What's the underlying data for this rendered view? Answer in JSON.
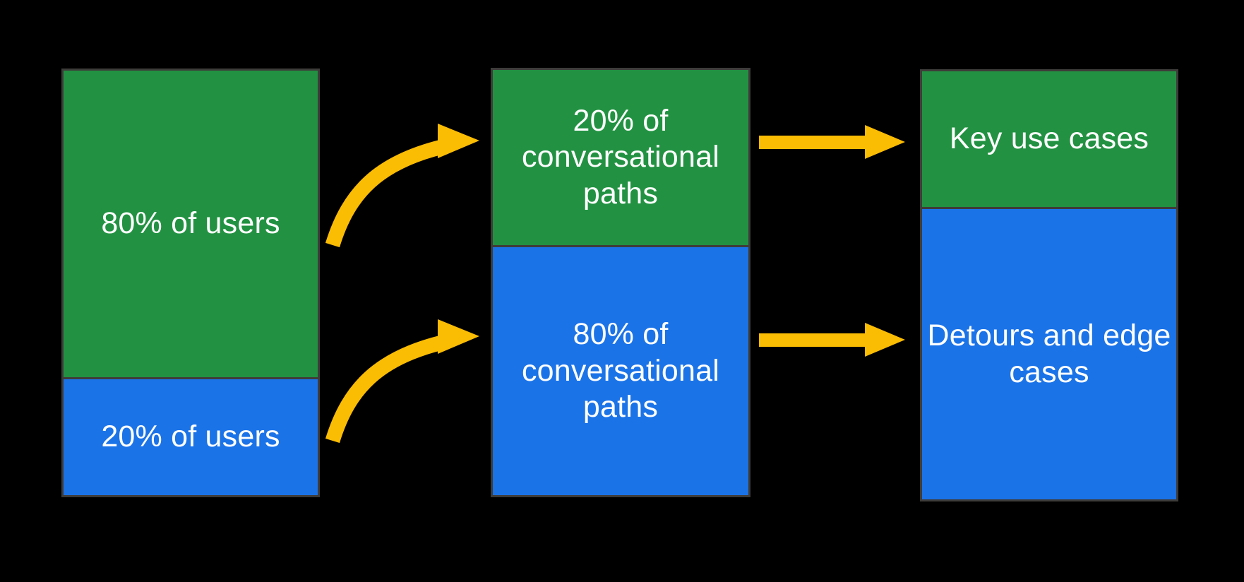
{
  "diagram": {
    "background_color": "#000000",
    "colors": {
      "green": "#229242",
      "blue": "#1B73E8",
      "arrow_yellow": "#FBBC04",
      "border_gray": "#3E3C3A",
      "label_text": "#FFFFFF"
    },
    "columns": [
      {
        "name": "users",
        "segments": [
          {
            "label": "80% of users",
            "color_key": "green",
            "height_pct": 77.3
          },
          {
            "label": "20% of users",
            "color_key": "blue",
            "height_pct": 22.7
          }
        ]
      },
      {
        "name": "conversational-paths",
        "segments": [
          {
            "label": "20% of conversational paths",
            "color_key": "green",
            "height_pct": 32.2
          },
          {
            "label": "80% of conversational paths",
            "color_key": "blue",
            "height_pct": 67.8
          }
        ]
      },
      {
        "name": "outcomes",
        "segments": [
          {
            "label": "Key use cases",
            "color_key": "green",
            "height_pct": 31.4
          },
          {
            "label": "Detours and edge cases",
            "color_key": "blue",
            "height_pct": 68.6
          }
        ]
      }
    ],
    "arrows": [
      {
        "name": "curved-arrow-top",
        "style": "curved",
        "from": "80% of users",
        "to": "20% of conversational paths"
      },
      {
        "name": "curved-arrow-bottom",
        "style": "curved",
        "from": "20% of users",
        "to": "80% of conversational paths"
      },
      {
        "name": "straight-arrow-top",
        "style": "straight",
        "from": "20% of conversational paths",
        "to": "Key use cases"
      },
      {
        "name": "straight-arrow-bottom",
        "style": "straight",
        "from": "80% of conversational paths",
        "to": "Detours and edge cases"
      }
    ]
  }
}
